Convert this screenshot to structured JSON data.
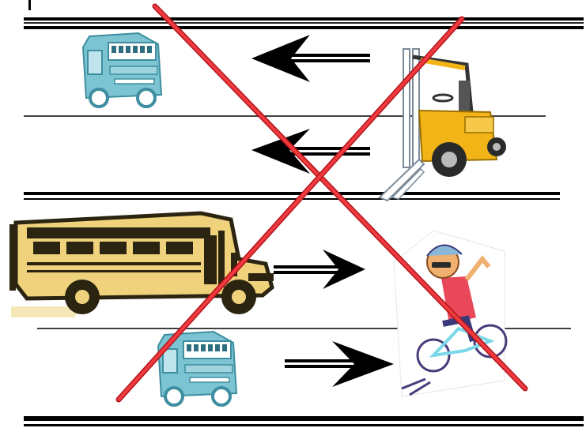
{
  "scene": {
    "road_lines": [
      "top-road-edge",
      "upper-lane-divider",
      "center-median",
      "lower-lane-divider",
      "bottom-road-edge"
    ],
    "vehicles": [
      {
        "name": "small-bus-icon",
        "lane": "upper",
        "facing": "left"
      },
      {
        "name": "forklift-icon",
        "lane": "upper",
        "facing": "left"
      },
      {
        "name": "school-bus-icon",
        "lane": "lower",
        "facing": "right"
      },
      {
        "name": "small-bus-icon",
        "lane": "lower",
        "facing": "right"
      },
      {
        "name": "cyclist-icon",
        "lane": "lower",
        "facing": "right"
      }
    ],
    "arrows": [
      {
        "name": "left-arrow-icon",
        "direction": "left"
      },
      {
        "name": "left-arrow-icon",
        "direction": "left"
      },
      {
        "name": "right-arrow-icon",
        "direction": "right"
      },
      {
        "name": "right-arrow-icon",
        "direction": "right"
      }
    ],
    "overlay": "red-x-cross-out-icon"
  },
  "colors": {
    "road_line": "#000000",
    "small_bus": "#7cc4d2",
    "small_bus_dark": "#3d8ea0",
    "school_bus": "#f0d27c",
    "school_bus_dark": "#2a2410",
    "forklift": "#f2b417",
    "cross_out": "#e8232b"
  }
}
